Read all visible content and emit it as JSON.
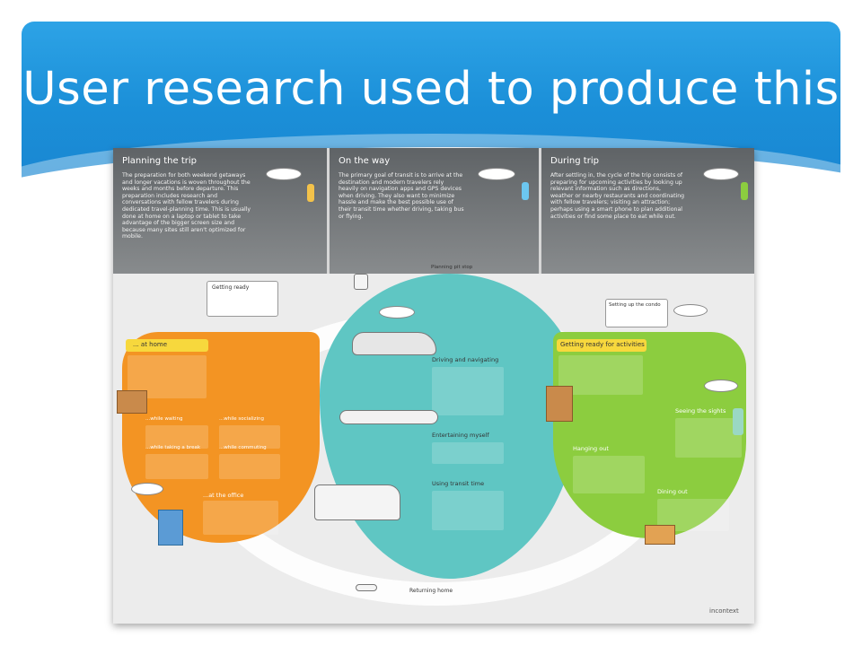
{
  "slide": {
    "title": "User research used to produce this"
  },
  "poster": {
    "panels": [
      {
        "heading": "Planning the trip",
        "body": "The preparation for both weekend getaways and longer vacations is woven throughout the weeks and months before departure. This preparation includes research and conversations with fellow travelers during dedicated travel-planning time. This is usually done at home on a laptop or tablet to take advantage of the bigger screen size and because many sites still aren't optimized for mobile."
      },
      {
        "heading": "On the way",
        "body": "The primary goal of transit is to arrive at the destination and modern travelers rely heavily on navigation apps and GPS devices when driving. They also want to minimize hassle and make the best possible use of their transit time whether driving, taking bus or flying."
      },
      {
        "heading": "During trip",
        "body": "After settling in, the cycle of the trip consists of preparing for upcoming activities by looking up relevant information such as directions, weather or nearby restaurants and coordinating with fellow travelers; visiting an attraction; perhaps using a smart phone to plan additional activities or find some place to eat while out."
      }
    ],
    "stages": {
      "getting_ready": "Getting ready",
      "planning_pit_stop": "Planning pit stop",
      "at_home": "... at home",
      "while_waiting": "...while waiting",
      "while_socializing": "...while socializing",
      "while_taking_break": "...while taking a break",
      "while_commuting": "...while commuting",
      "at_the_office": "...at the office",
      "driving_and_navigating": "Driving and navigating",
      "entertaining_myself": "Entertaining myself",
      "using_transit_time": "Using transit time",
      "returning_home": "Returning home",
      "setting_up_the_condo": "Setting up the condo",
      "getting_ready_for_activities": "Getting ready for activities",
      "seeing_the_sights": "Seeing the sights",
      "hanging_out": "Hanging out",
      "dining_out": "Dining out"
    },
    "logo": "incontext"
  },
  "colors": {
    "banner": "#1b8fd8",
    "planning": "#f39423",
    "transit": "#5fc6c3",
    "during": "#8ccd3f",
    "panel": "#6e7275",
    "highlight": "#f7d83d"
  }
}
